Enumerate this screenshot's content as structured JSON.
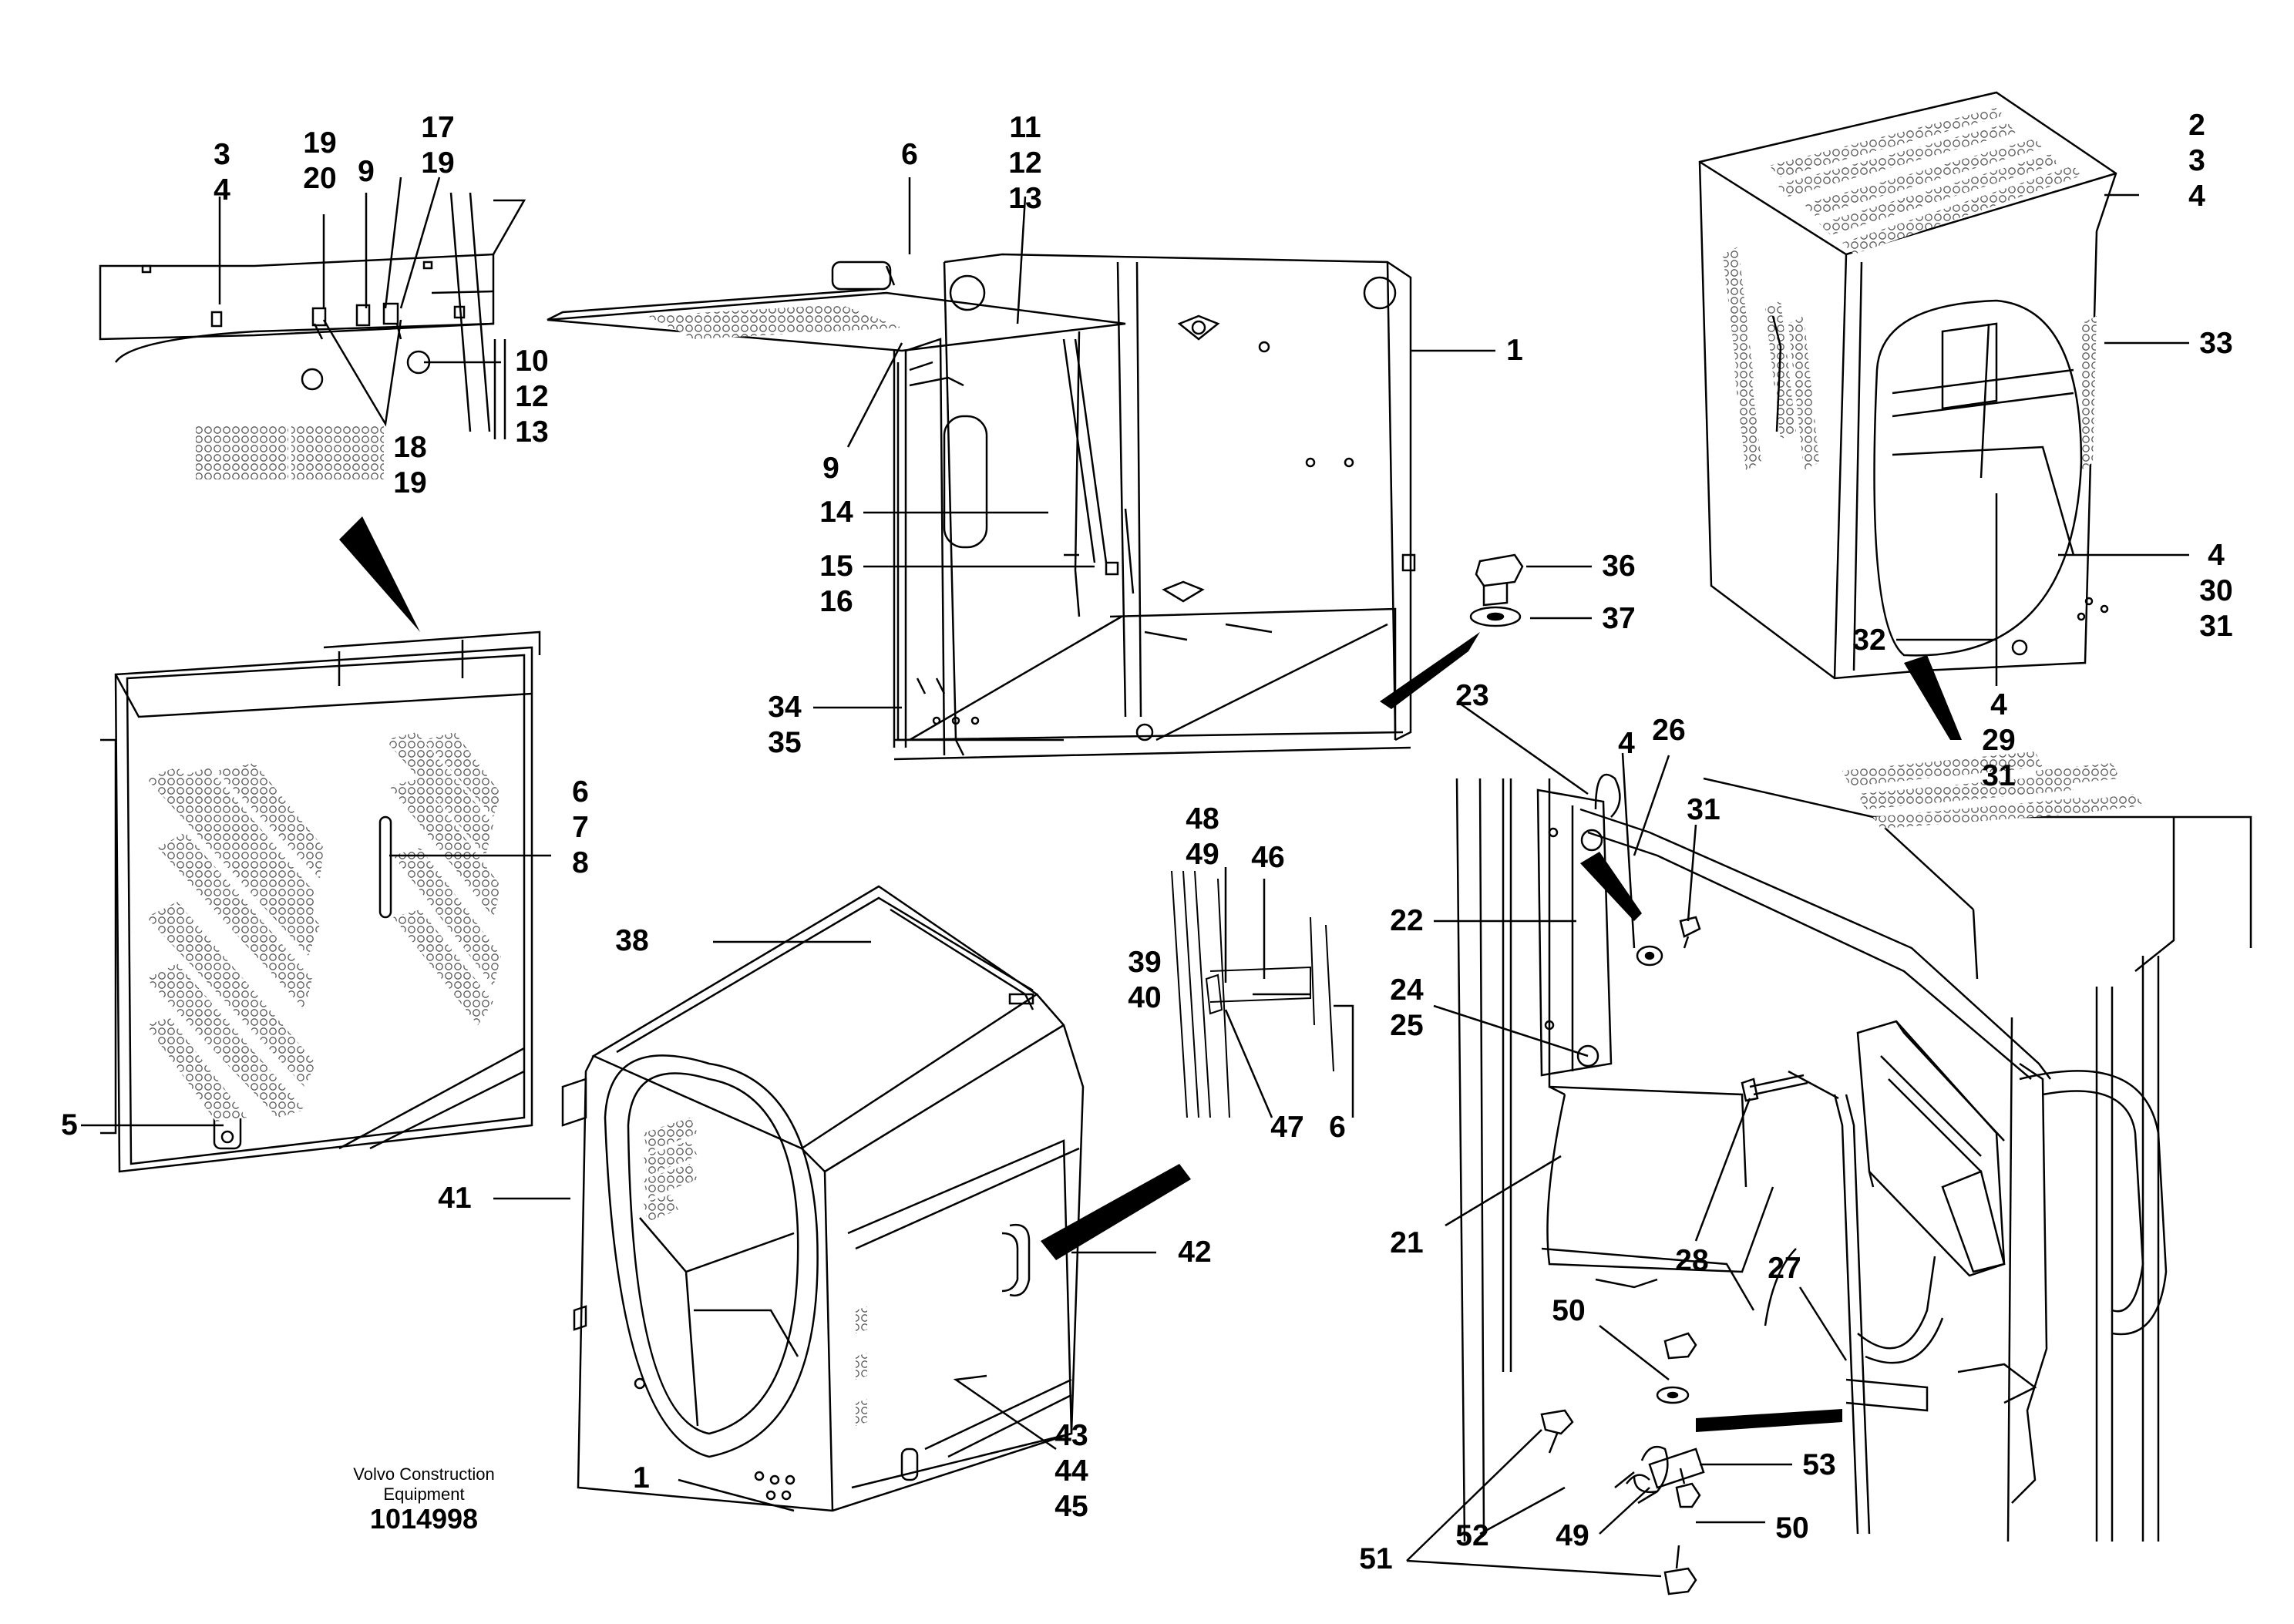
{
  "title": "",
  "footer": {
    "line1": "Volvo Construction",
    "line2": "Equipment",
    "id": "1014998"
  },
  "callouts": [
    "3\n4",
    "19\n20",
    "9",
    "17\n19",
    "10\n12\n13",
    "18\n19",
    "6\n7\n8",
    "5",
    "6",
    "11\n12\n13",
    "1",
    "9",
    "14",
    "15\n16",
    "34\n35",
    "36",
    "37",
    "2\n3\n4",
    "33",
    "4\n30\n31",
    "32",
    "4\n29\n31",
    "23",
    "4",
    "26",
    "31",
    "22",
    "24\n25",
    "21",
    "28",
    "27",
    "50",
    "53",
    "51",
    "52",
    "49",
    "50",
    "48\n49",
    "46",
    "39\n40",
    "47",
    "6",
    "38",
    "41",
    "42",
    "43\n44\n45",
    "1"
  ],
  "colors": {
    "line": "#000000",
    "mesh": "#6a6a6a",
    "background": "#ffffff"
  }
}
